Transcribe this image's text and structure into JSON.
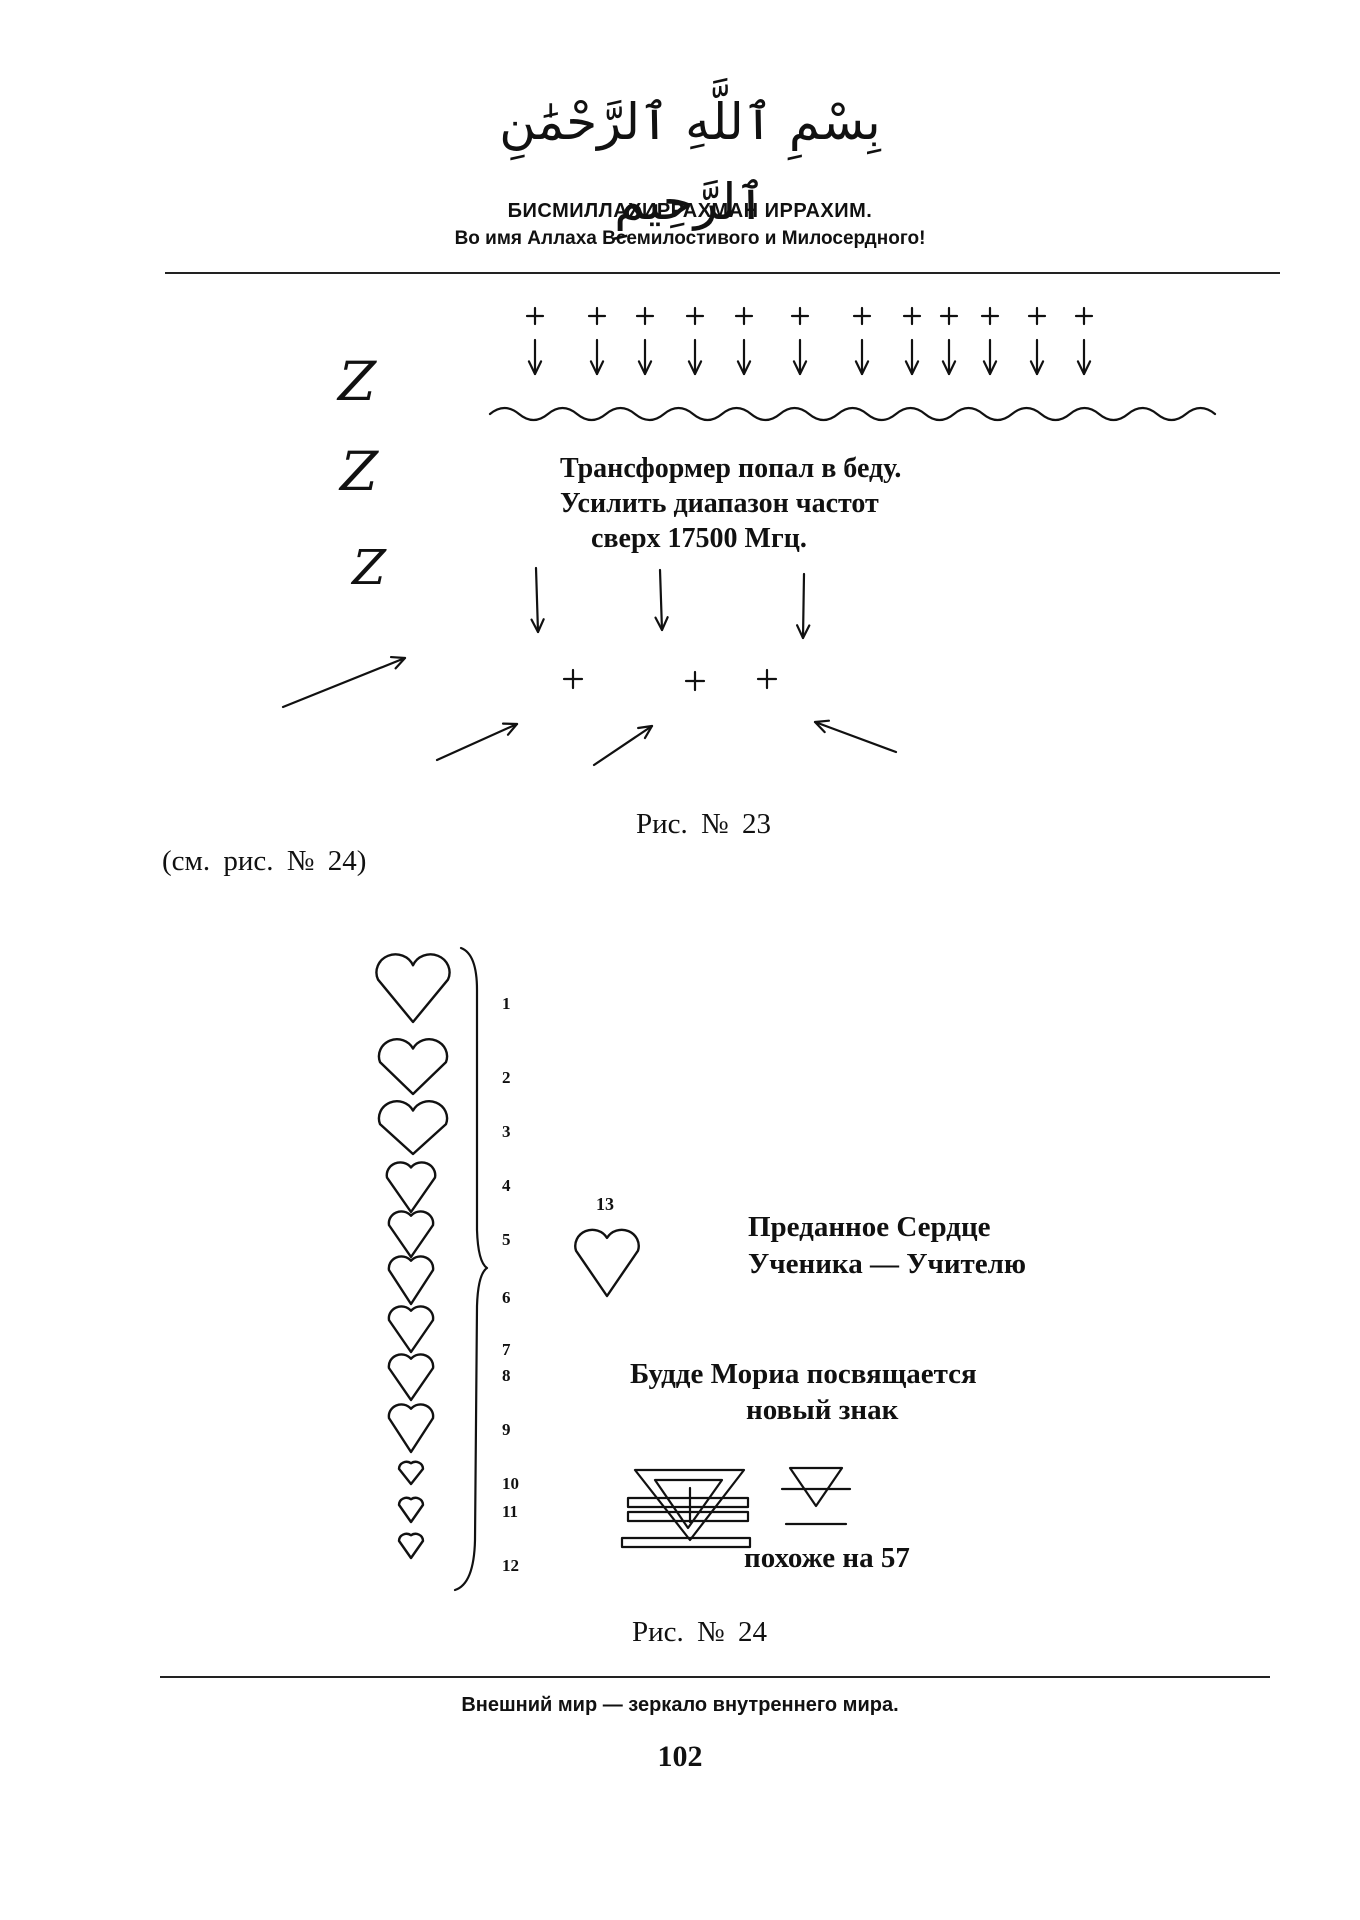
{
  "header": {
    "arabic": "بِسْمِ ٱللَّهِ ٱلرَّحْمَٰنِ ٱلرَّحِيمِ",
    "line1": "БИСМИЛЛАХИРРАХМАН ИРРАХИМ.",
    "line2": "Во имя Аллаха Всемилостивого и Милосердного!"
  },
  "figure23": {
    "z_letters": [
      "Z",
      "Z",
      "Z"
    ],
    "text_lines": [
      "Трансформер попал в беду.",
      "Усилить диапазон частот",
      "сверх 17500 Мгц."
    ],
    "caption": "Рис. № 23"
  },
  "reference": "(см. рис. № 24)",
  "figure24": {
    "numbers": [
      "1",
      "2",
      "3",
      "4",
      "5",
      "6",
      "7",
      "8",
      "9",
      "10",
      "11",
      "12"
    ],
    "heart13_label": "13",
    "devoted_lines": [
      "Преданное Сердце",
      "Ученика — Учителю"
    ],
    "dedication_lines": [
      "Будде Мориа посвящается",
      "новый знак"
    ],
    "similar": "похоже на 57",
    "caption": "Рис. № 24"
  },
  "footer": {
    "motto": "Внешний мир — зеркало внутреннего мира.",
    "page_number": "102"
  }
}
